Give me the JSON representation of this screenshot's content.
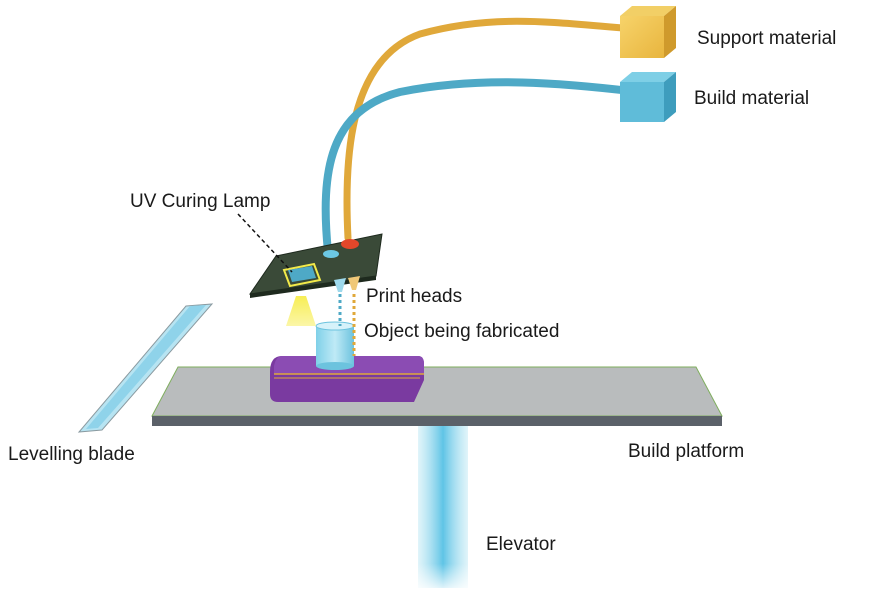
{
  "labels": {
    "support_material": "Support material",
    "build_material": "Build material",
    "uv_curing_lamp": "UV Curing Lamp",
    "print_heads": "Print heads",
    "object_being_fabricated": "Object being fabricated",
    "levelling_blade": "Levelling blade",
    "build_platform": "Build platform",
    "elevator": "Elevator"
  },
  "colors": {
    "support_material": "#e0a83a",
    "build_material": "#4ea9c6",
    "platform_top": "#b9bcbd",
    "platform_edge": "#5b6169",
    "tray": "#7a3aa0",
    "print_head_board": "#3a4a38",
    "uv_light": "#f2ea4a",
    "nozzle_dot_support": "#e2472a",
    "elevator": "#7ccde6",
    "blade": "#8fd3ea"
  }
}
